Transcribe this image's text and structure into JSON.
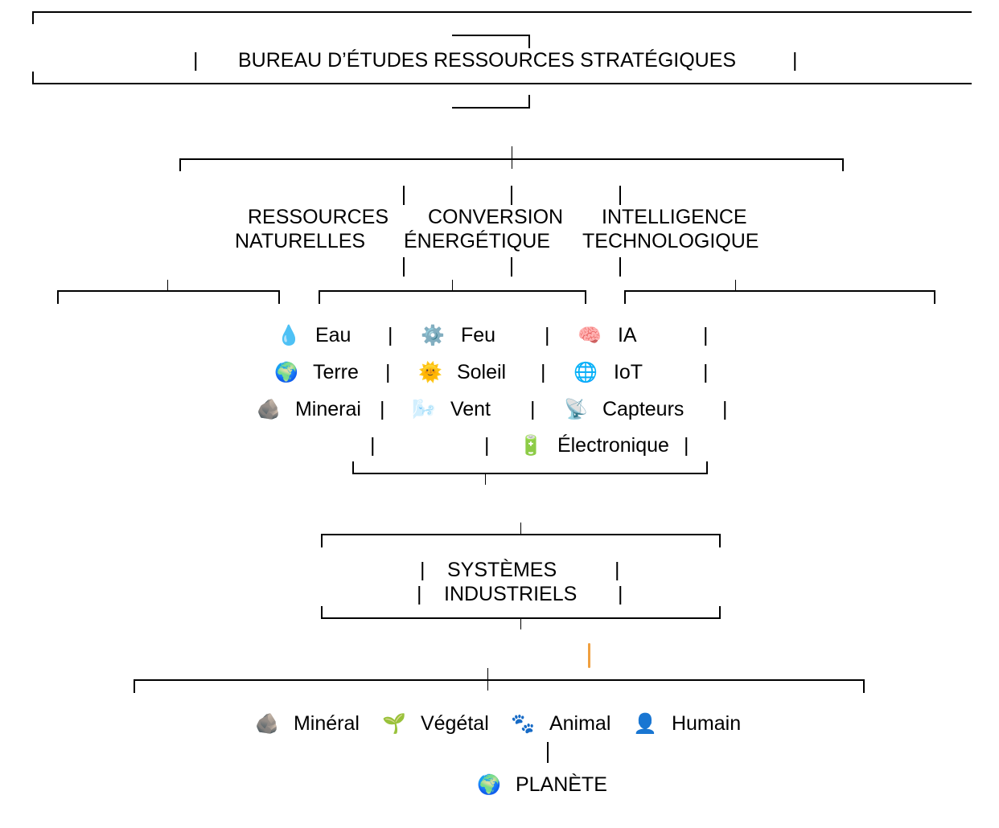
{
  "header": {
    "title": "BUREAU D’ÉTUDES RESSOURCES STRATÉGIQUES"
  },
  "branches": [
    {
      "line1": "RESSOURCES",
      "line2": "NATURELLES"
    },
    {
      "line1": "CONVERSION",
      "line2": "ÉNERGÉTIQUE"
    },
    {
      "line1": "INTELLIGENCE",
      "line2": "TECHNOLOGIQUE"
    }
  ],
  "columns": {
    "naturelles": [
      {
        "icon": "💧",
        "icon_name": "water-drop-icon",
        "label": "Eau"
      },
      {
        "icon": "🌍",
        "icon_name": "globe-icon",
        "label": "Terre"
      },
      {
        "icon": "🪨",
        "icon_name": "rock-icon",
        "label": "Minerai"
      }
    ],
    "energetique": [
      {
        "icon": "⚙️",
        "icon_name": "gear-icon",
        "label": "Feu"
      },
      {
        "icon": "🌞",
        "icon_name": "sun-icon",
        "label": "Soleil"
      },
      {
        "icon": "🌬️",
        "icon_name": "wind-icon",
        "label": "Vent"
      }
    ],
    "technologique": [
      {
        "icon": "🧠",
        "icon_name": "brain-icon",
        "label": "IA"
      },
      {
        "icon": "🌐",
        "icon_name": "network-globe-icon",
        "label": "IoT"
      },
      {
        "icon": "📡",
        "icon_name": "satellite-dish-icon",
        "label": "Capteurs"
      },
      {
        "icon": "🔋",
        "icon_name": "battery-icon",
        "label": "Électronique"
      }
    ]
  },
  "systems": {
    "line1": "SYSTÈMES",
    "line2": "INDUSTRIELS"
  },
  "kingdoms": [
    {
      "icon": "🪨",
      "icon_name": "rock-icon",
      "label": "Minéral"
    },
    {
      "icon": "🌱",
      "icon_name": "seedling-icon",
      "label": "Végétal"
    },
    {
      "icon": "🐾",
      "icon_name": "paw-prints-icon",
      "label": "Animal"
    },
    {
      "icon": "👤",
      "icon_name": "person-silhouette-icon",
      "label": "Humain"
    }
  ],
  "planet": {
    "icon": "🌍",
    "icon_name": "globe-icon",
    "label": "PLANÈTE"
  },
  "separator": "|",
  "accent_color": "#f0a040"
}
